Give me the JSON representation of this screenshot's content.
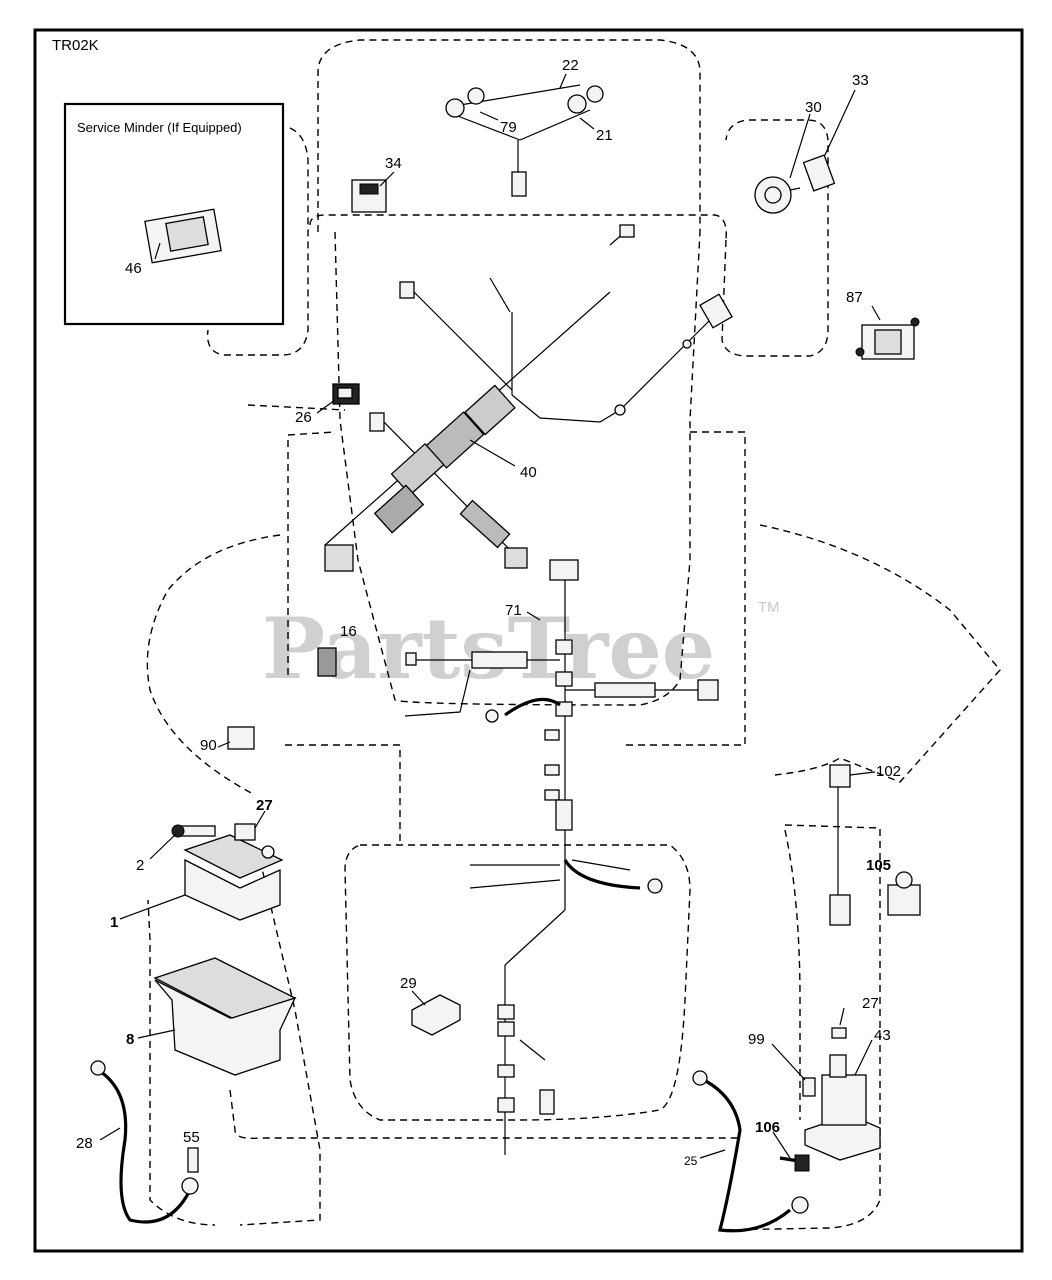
{
  "diagram_code": "TR02K",
  "inset_title": "Service Minder (If Equipped)",
  "watermark": "PartsTree",
  "watermark_tm": "TM",
  "callouts": {
    "c1": "1",
    "c2": "2",
    "c8": "8",
    "c16": "16",
    "c21": "21",
    "c22": "22",
    "c25": "25",
    "c26": "26",
    "c27a": "27",
    "c27b": "27",
    "c28": "28",
    "c29": "29",
    "c30": "30",
    "c33": "33",
    "c34": "34",
    "c40": "40",
    "c43": "43",
    "c46": "46",
    "c55": "55",
    "c71": "71",
    "c79": "79",
    "c87": "87",
    "c90": "90",
    "c99": "99",
    "c102": "102",
    "c105": "105",
    "c106": "106"
  }
}
